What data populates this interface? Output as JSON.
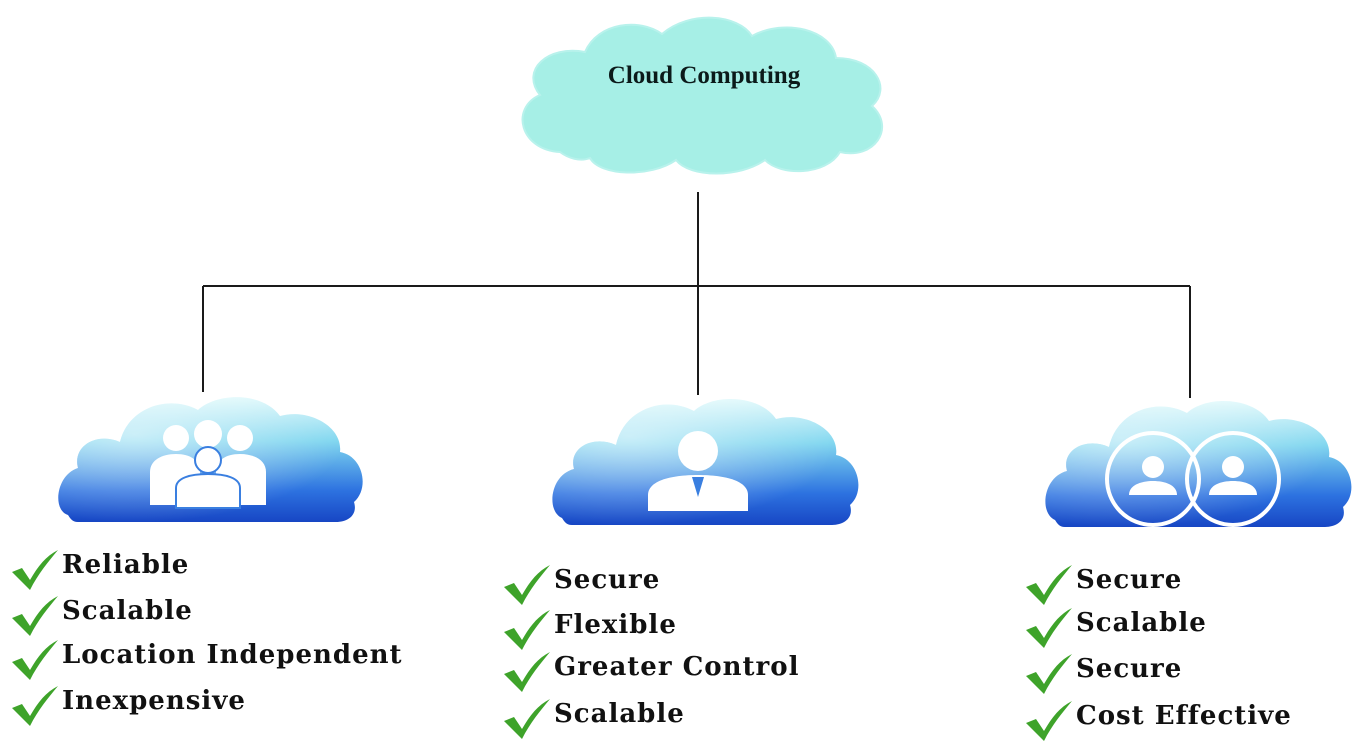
{
  "root": {
    "title": "Cloud Computing",
    "fill_color": "#a6efe6"
  },
  "branches": [
    {
      "icon": "group-of-users-icon",
      "features": [
        "Reliable",
        "Scalable",
        "Location Independent",
        "Inexpensive"
      ]
    },
    {
      "icon": "single-user-icon",
      "features": [
        "Secure",
        "Flexible",
        "Greater Control",
        "Scalable"
      ]
    },
    {
      "icon": "two-linked-users-icon",
      "features": [
        "Secure",
        "Scalable",
        "Secure",
        "Cost Effective"
      ]
    }
  ],
  "colors": {
    "cloud_light": "#d9f7fa",
    "cloud_mid": "#6fd0ee",
    "cloud_dark": "#1a54d6",
    "check": "#3ea32a",
    "connector": "#1a1a1a"
  }
}
